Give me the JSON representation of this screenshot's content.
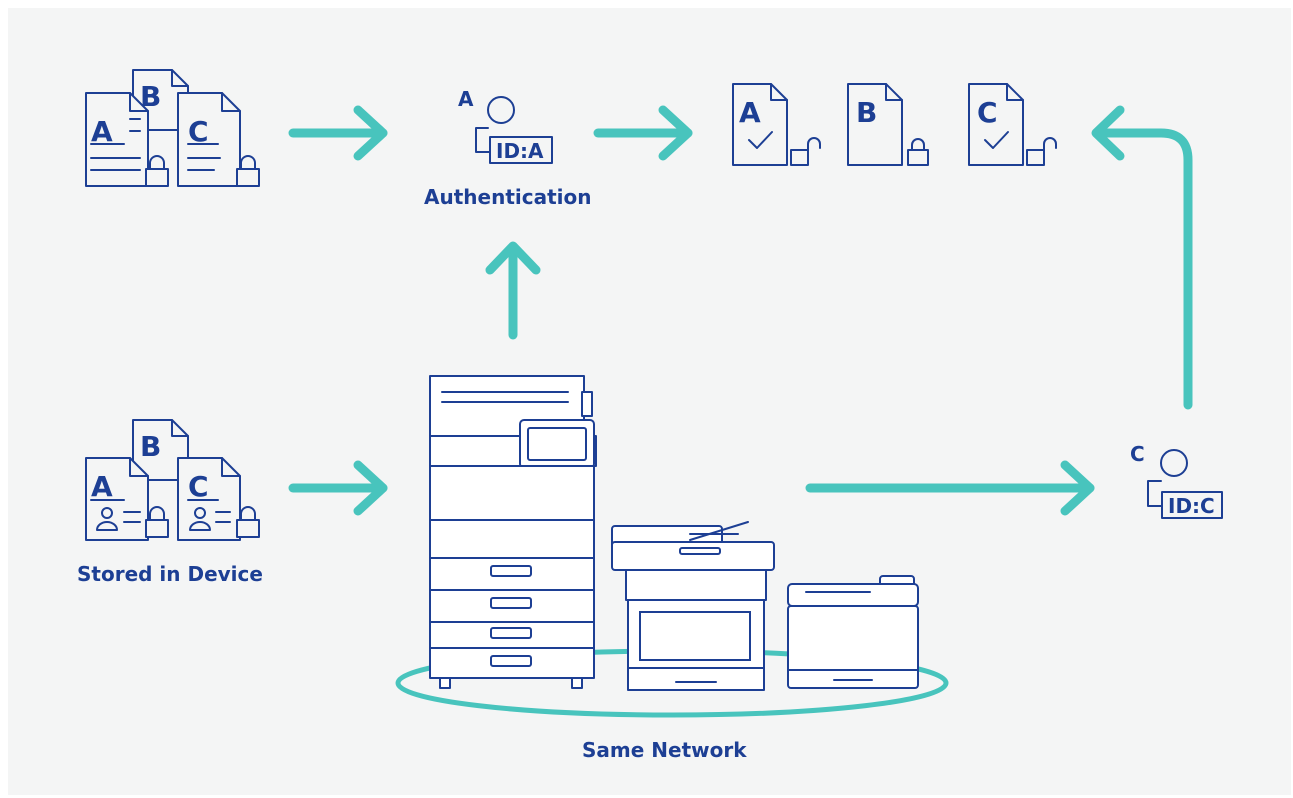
{
  "colors": {
    "background": "#f4f5f5",
    "primary": "#1d3f94",
    "arrow": "#48c4bd"
  },
  "labels": {
    "authentication": "Authentication",
    "stored": "Stored in Device",
    "network": "Same Network"
  },
  "documents": {
    "a": "A",
    "b": "B",
    "c": "C"
  },
  "users": {
    "a": {
      "letter": "A",
      "id": "ID:A"
    },
    "c": {
      "letter": "C",
      "id": "ID:C"
    }
  },
  "icons": [
    "document-icon",
    "lock-icon",
    "unlock-icon",
    "checkmark-icon",
    "user-icon",
    "id-card-icon",
    "printer-icon",
    "arrow-icon"
  ]
}
